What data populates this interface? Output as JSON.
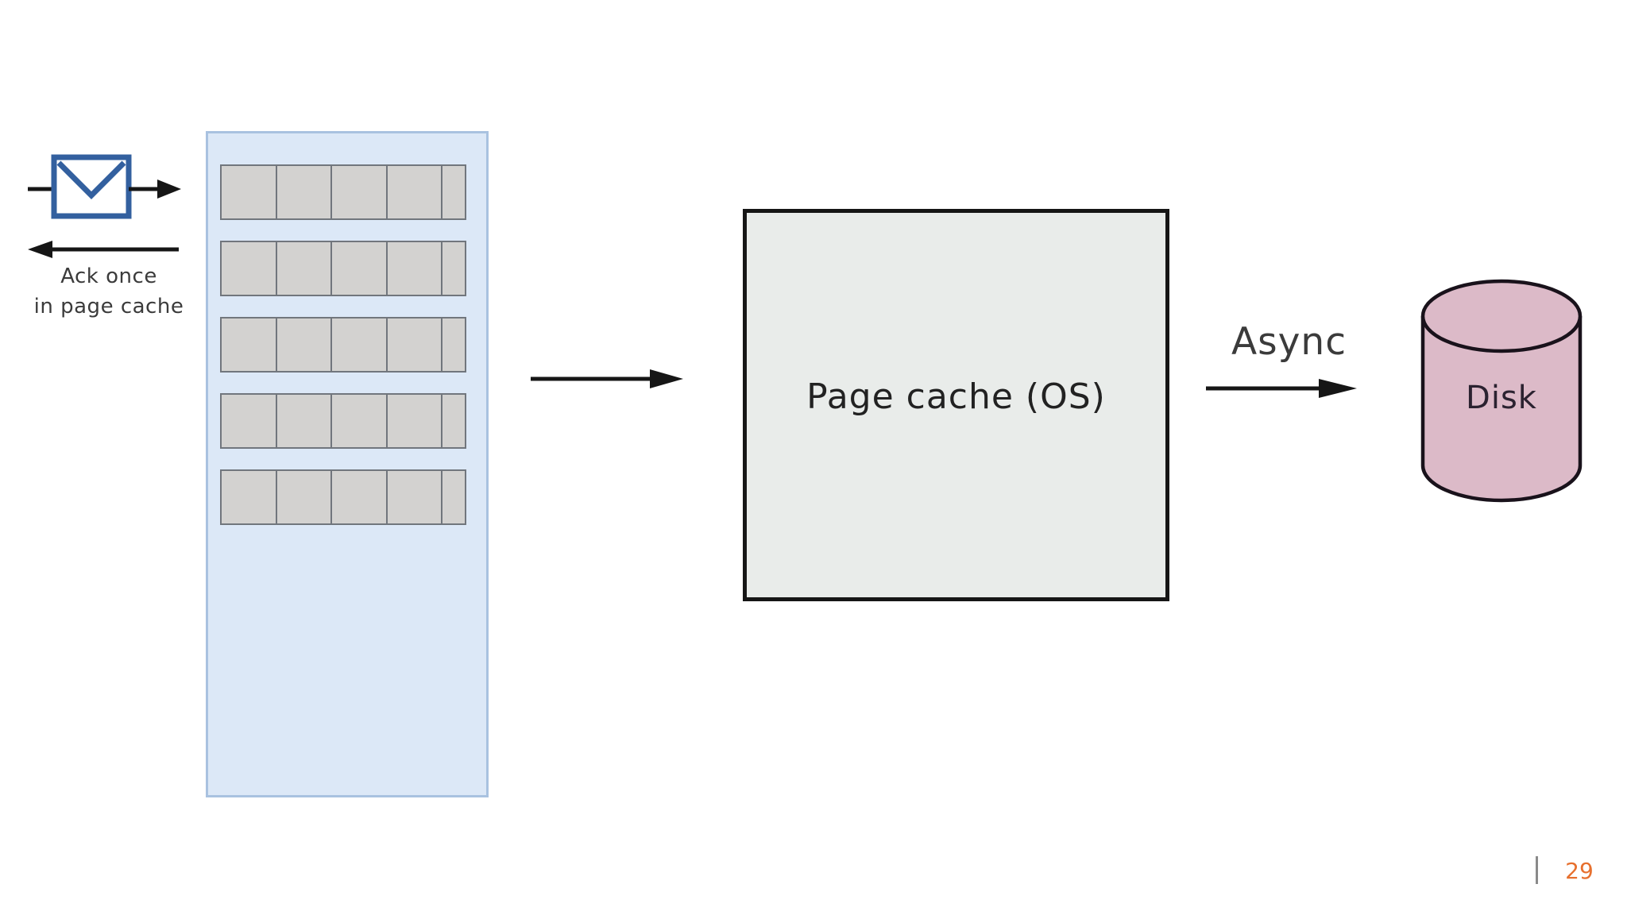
{
  "slide": {
    "page_number": "29"
  },
  "producer": {
    "icon": "envelope-icon",
    "ack_caption_line1": "Ack once",
    "ack_caption_line2": "in page cache"
  },
  "buffer": {
    "rows": 5,
    "wide_cells_per_row": 4,
    "narrow_cells_per_row": 1
  },
  "page_cache": {
    "label": "Page cache (OS)"
  },
  "async_write": {
    "label": "Async"
  },
  "disk": {
    "label": "Disk"
  },
  "colors": {
    "background": "#ffffff",
    "envelope_blue": "#33609f",
    "envelope_fill": "#ffffff",
    "arrow_black": "#161616",
    "buffer_fill": "#dce8f7",
    "buffer_border": "#a9c2e0",
    "cell_fill": "#d3d2d0",
    "cell_border": "#71767d",
    "page_cache_fill": "#e9ecea",
    "page_cache_border": "#161616",
    "disk_fill": "#dcbac8",
    "disk_stroke": "#19121b",
    "disk_text": "#2b2230",
    "caption_text": "#3b3b3b",
    "label_text": "#222222",
    "page_number_orange": "#e7702e",
    "divider_gray": "#8a8a8a"
  }
}
